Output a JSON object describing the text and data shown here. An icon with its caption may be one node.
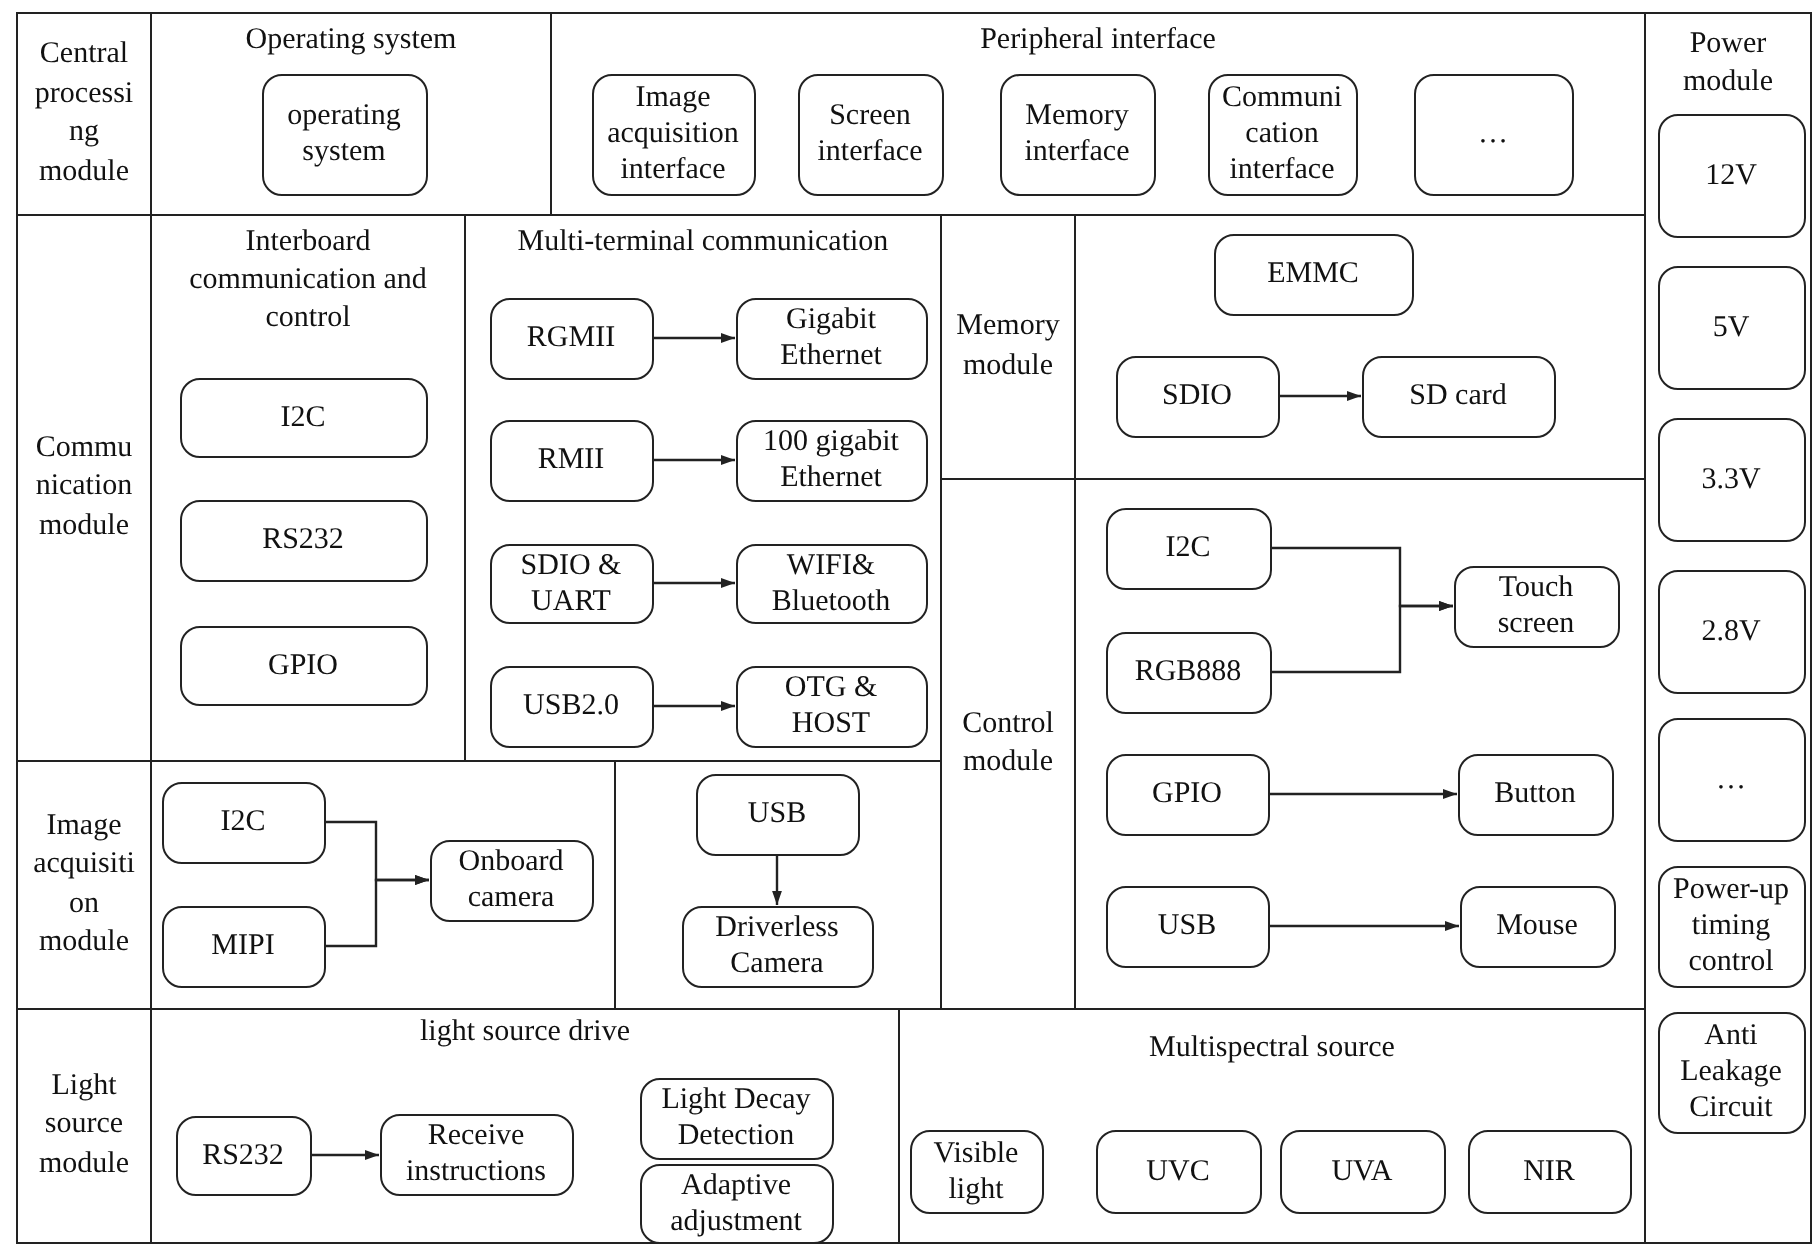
{
  "diagram": {
    "nodes": [
      {
        "text": [
          "Central processi ng module"
        ]
      },
      {
        "text": [
          "Operating system"
        ]
      },
      {
        "text": [
          "operating system"
        ],
        "in": 1
      },
      {
        "text": [
          "Peripheral interface"
        ]
      },
      {
        "text": [
          "Image acquisition interface"
        ],
        "in": 3
      },
      {
        "text": [
          "Screen interface"
        ],
        "in": 3
      },
      {
        "text": [
          "Memory interface"
        ],
        "in": 3
      },
      {
        "text": [
          "Communi cation interface"
        ],
        "in": 3
      },
      {
        "text": [
          "…"
        ],
        "in": 3
      },
      {
        "text": [
          "Power module"
        ]
      },
      {
        "text": [
          "12V"
        ],
        "in": 9
      },
      {
        "text": [
          "5V"
        ],
        "in": 9
      },
      {
        "text": [
          "3.3V"
        ],
        "in": 9
      },
      {
        "text": [
          "2.8V"
        ],
        "in": 9
      },
      {
        "text": [
          "…"
        ],
        "in": 9
      },
      {
        "text": [
          "Power-up timing control"
        ],
        "in": 9
      },
      {
        "text": [
          "Anti Leakage Circuit"
        ],
        "in": 9
      },
      {
        "text": [
          "Commu nication module"
        ]
      },
      {
        "text": [
          "Interboard communication and control"
        ]
      },
      {
        "text": [
          "I2C"
        ],
        "in": 18
      },
      {
        "text": [
          "RS232"
        ],
        "in": 18
      },
      {
        "text": [
          "GPIO"
        ],
        "in": 18
      },
      {
        "text": [
          "Multi-terminal communication"
        ]
      },
      {
        "text": [
          "RGMII"
        ],
        "in": 22
      },
      {
        "text": [
          "Gigabit Ethernet"
        ],
        "in": 22
      },
      {
        "text": [
          "RMII"
        ],
        "in": 22
      },
      {
        "text": [
          "100 gigabit Ethernet"
        ],
        "in": 22
      },
      {
        "text": [
          "SDIO & UART"
        ],
        "in": 22
      },
      {
        "text": [
          "WIFI& Bluetooth"
        ],
        "in": 22
      },
      {
        "text": [
          "USB2.0"
        ],
        "in": 22
      },
      {
        "text": [
          "OTG & HOST"
        ],
        "in": 22
      },
      {
        "text": [
          "Memory module"
        ]
      },
      {
        "text": [],
        "shape": "box"
      },
      {
        "text": [
          "EMMC"
        ],
        "in": 32
      },
      {
        "text": [
          "SDIO"
        ],
        "in": 32
      },
      {
        "text": [
          "SD card"
        ],
        "in": 32
      },
      {
        "text": [
          "Control module"
        ]
      },
      {
        "text": [],
        "shape": "box"
      },
      {
        "text": [
          "I2C"
        ],
        "in": 37
      },
      {
        "text": [
          "RGB888"
        ],
        "in": 37
      },
      {
        "text": [
          "Touch screen"
        ],
        "in": 37
      },
      {
        "text": [
          "GPIO"
        ],
        "in": 37
      },
      {
        "text": [
          "Button"
        ],
        "in": 37
      },
      {
        "text": [
          "USB"
        ],
        "in": 37
      },
      {
        "text": [
          "Mouse"
        ],
        "in": 37
      },
      {
        "text": [
          "Image acquisiti on module"
        ]
      },
      {
        "text": [],
        "shape": "box"
      },
      {
        "text": [
          "I2C"
        ],
        "in": 46
      },
      {
        "text": [
          "MIPI"
        ],
        "in": 46
      },
      {
        "text": [
          "Onboard camera"
        ],
        "in": 46
      },
      {
        "text": [],
        "shape": "box"
      },
      {
        "text": [
          "USB"
        ],
        "in": 50
      },
      {
        "text": [
          "Driverless Camera"
        ],
        "in": 50
      },
      {
        "text": [
          "Light source module"
        ]
      },
      {
        "text": [
          "light source drive"
        ]
      },
      {
        "text": [
          "RS232"
        ],
        "in": 54
      },
      {
        "text": [
          "Receive instructions"
        ],
        "in": 54
      },
      {
        "text": [
          "Light Decay Detection"
        ],
        "in": 54
      },
      {
        "text": [
          "Adaptive adjustment"
        ],
        "in": 54
      },
      {
        "text": [
          "Multispectral source"
        ]
      },
      {
        "text": [
          "Visible light"
        ],
        "in": 59
      },
      {
        "text": [
          "UVC"
        ],
        "in": 59
      },
      {
        "text": [
          "UVA"
        ],
        "in": 59
      },
      {
        "text": [
          "NIR"
        ],
        "in": 59
      }
    ],
    "edges": [
      {
        "from": 23,
        "to": 24,
        "arrow": "to"
      },
      {
        "from": 25,
        "to": 26,
        "arrow": "to"
      },
      {
        "from": 27,
        "to": 28,
        "arrow": "to"
      },
      {
        "from": 29,
        "to": 30,
        "arrow": "to"
      },
      {
        "from": 34,
        "to": 35,
        "arrow": "to"
      },
      {
        "from": 38,
        "to": 40,
        "arrow": "to"
      },
      {
        "from": 39,
        "to": 40,
        "arrow": "to"
      },
      {
        "from": 41,
        "to": 42,
        "arrow": "to"
      },
      {
        "from": 43,
        "to": 44,
        "arrow": "to"
      },
      {
        "from": 47,
        "to": 49,
        "arrow": "to"
      },
      {
        "from": 48,
        "to": 49,
        "arrow": "to"
      },
      {
        "from": 51,
        "to": 52,
        "arrow": "to"
      },
      {
        "from": 55,
        "to": 56,
        "arrow": "to"
      }
    ]
  }
}
